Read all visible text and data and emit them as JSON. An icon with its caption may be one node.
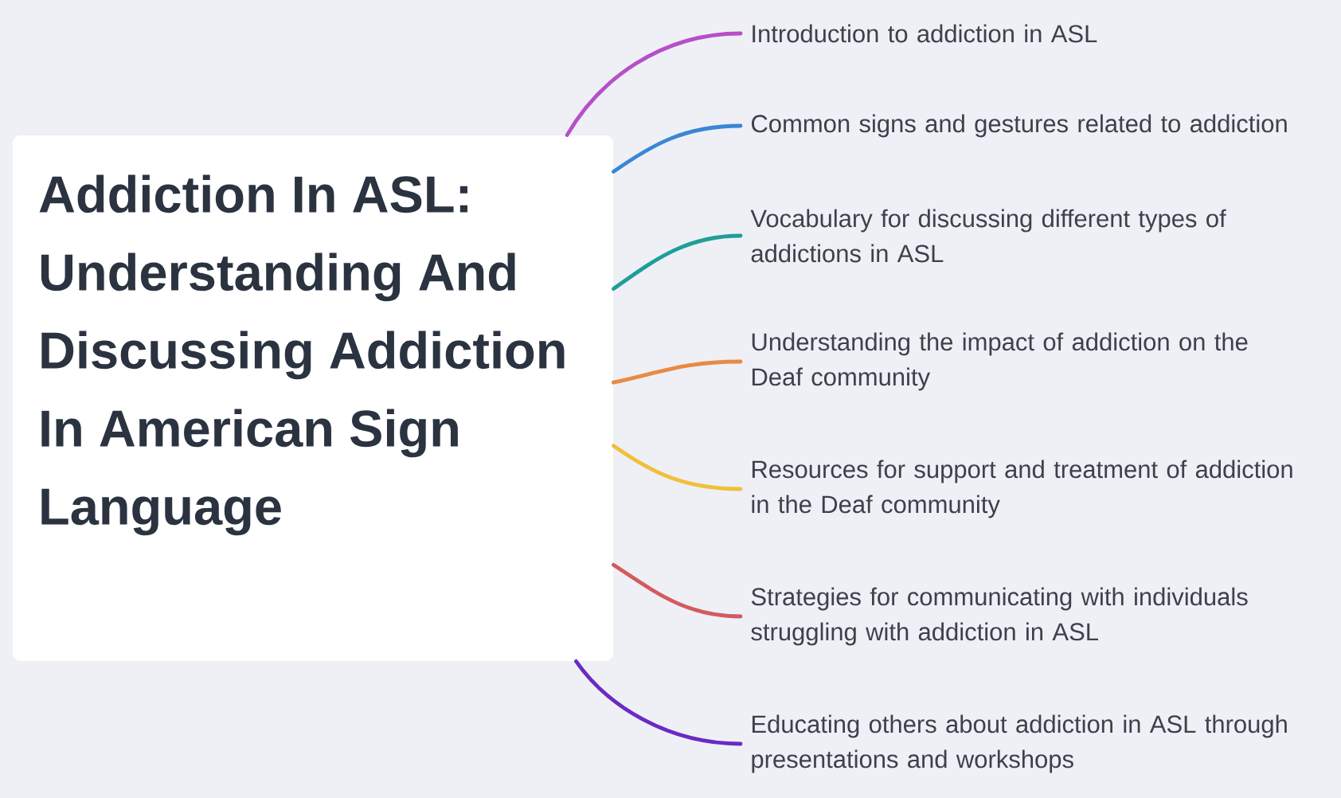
{
  "diagram": {
    "nodes": [
      {
        "text": [
          "Addiction In ASL: Understanding And Discussing Addiction In American Sign Language"
        ]
      },
      {
        "text": [
          "Introduction to addiction in ASL"
        ]
      },
      {
        "text": [
          "Common signs and gestures related to addiction"
        ]
      },
      {
        "text": [
          "Vocabulary for discussing different types of addictions in ASL"
        ]
      },
      {
        "text": [
          "Understanding the impact of addiction on the Deaf community"
        ]
      },
      {
        "text": [
          "Resources for support and treatment of addiction in the Deaf community"
        ]
      },
      {
        "text": [
          "Strategies for communicating with individuals struggling with addiction in ASL"
        ]
      },
      {
        "text": [
          "Educating others about addiction in ASL through presentations and workshops"
        ]
      }
    ],
    "edges": [
      {
        "from": 0,
        "to": 1,
        "arrow": "none",
        "color": "#b64fc8"
      },
      {
        "from": 0,
        "to": 2,
        "arrow": "none",
        "color": "#3a86d6"
      },
      {
        "from": 0,
        "to": 3,
        "arrow": "none",
        "color": "#1f9e98"
      },
      {
        "from": 0,
        "to": 4,
        "arrow": "none",
        "color": "#e98a43"
      },
      {
        "from": 0,
        "to": 5,
        "arrow": "none",
        "color": "#f0c03a"
      },
      {
        "from": 0,
        "to": 6,
        "arrow": "none",
        "color": "#d35a5e"
      },
      {
        "from": 0,
        "to": 7,
        "arrow": "none",
        "color": "#6a2bc2"
      }
    ]
  }
}
